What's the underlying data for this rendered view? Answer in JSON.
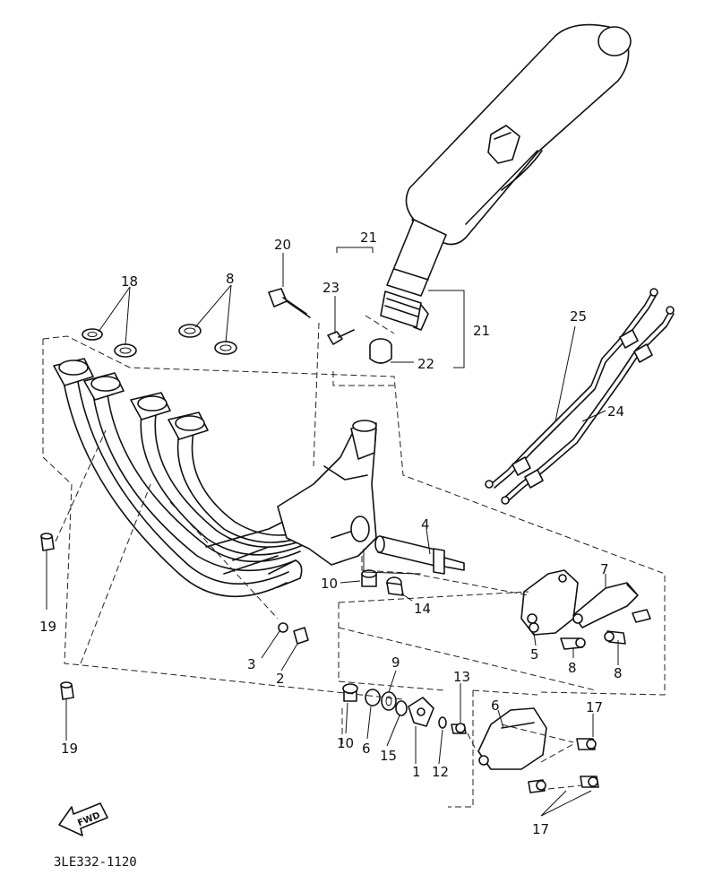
{
  "diagram": {
    "caption": "3LE332-1120",
    "direction_badge": "FWD",
    "callouts": {
      "n1": "1",
      "n2": "2",
      "n3": "3",
      "n4": "4",
      "n5": "5",
      "n6a": "6",
      "n6b": "6",
      "n7": "7",
      "n8a": "8",
      "n8b": "8",
      "n8c": "8",
      "n9": "9",
      "n10a": "10",
      "n10b": "10",
      "n12": "12",
      "n13": "13",
      "n14": "14",
      "n15": "15",
      "n17a": "17",
      "n17b": "17",
      "n18": "18",
      "n19a": "19",
      "n19b": "19",
      "n20": "20",
      "n21a": "21",
      "n21b": "21",
      "n22": "22",
      "n23": "23",
      "n24": "24",
      "n25": "25"
    }
  }
}
